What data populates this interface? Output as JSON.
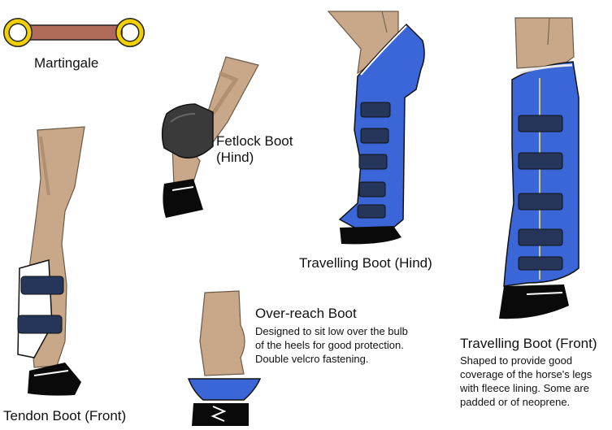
{
  "colors": {
    "leg": "#c8a888",
    "leg_outline": "#6b5a48",
    "hoof": "#0a0a0a",
    "boot_blue": "#3a66d8",
    "strap_navy": "#25365a",
    "bit_ring": "#f0d000",
    "rein_leather": "#b06a5a",
    "fetlock_boot": "#3a3a3a",
    "tendon_shell": "#ffffff"
  },
  "labels": {
    "martingale": "Martingale",
    "fetlock": "Fetlock Boot\n(Hind)",
    "travelling_hind": "Travelling Boot (Hind)",
    "overreach_title": "Over-reach Boot",
    "overreach_desc": "Designed to sit low over the bulb of the heels for good protection.  Double velcro fastening.",
    "travelling_front_title": "Travelling Boot (Front)",
    "travelling_front_desc": "Shaped to provide good coverage of the horse's legs with fleece lining. Some are padded or of neoprene.",
    "tendon": "Tendon Boot (Front)"
  },
  "icons": [
    "martingale-icon",
    "fetlock-boot-icon",
    "travelling-boot-hind-icon",
    "travelling-boot-front-icon",
    "overreach-boot-icon",
    "tendon-boot-icon"
  ]
}
